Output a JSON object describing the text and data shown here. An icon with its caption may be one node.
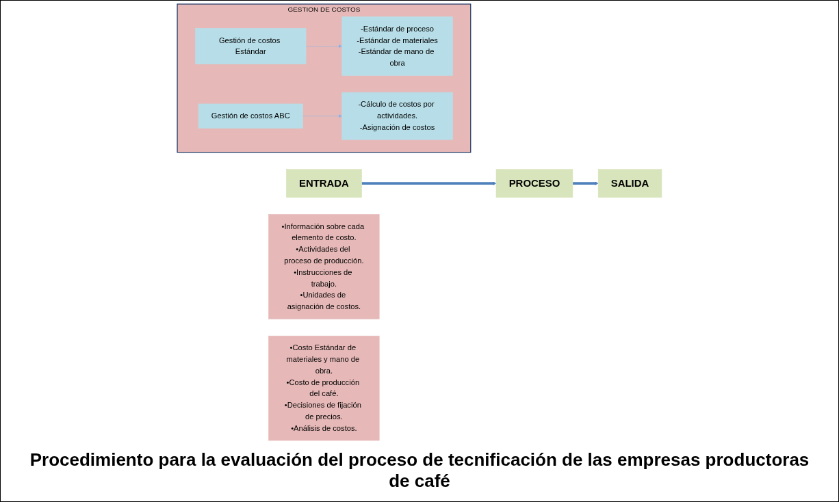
{
  "diagram": {
    "caption": "Procedimiento para la evaluación del proceso de tecnificación de las empresas productoras de café",
    "nodes": [
      {
        "text": [
          "ENTRADA"
        ]
      },
      {
        "text": [
          "PROCESO"
        ]
      },
      {
        "text": [
          "SALIDA"
        ]
      },
      {
        "text": [
          "•Información sobre cada elemento de costo.",
          "•Actividades del proceso de producción.",
          "•Instrucciones de trabajo.",
          "•Unidades de asignación de costos."
        ]
      },
      {
        "text": [
          "GESTION DE COSTOS"
        ]
      },
      {
        "text": [
          "Gestión de costos Estándar"
        ],
        "in": 4
      },
      {
        "text": [
          "-Estándar de proceso",
          "-Estándar de materiales",
          "-Estándar de mano de obra"
        ],
        "in": 4
      },
      {
        "text": [
          "Gestión de costos ABC"
        ],
        "in": 4
      },
      {
        "text": [
          "-Cálculo de costos por actividades.",
          "-Asignación de costos"
        ],
        "in": 4
      },
      {
        "text": [
          "•Costo Estándar de materiales y mano de obra.",
          "•Costo de producción del café.",
          "•Decisiones de fijación de precios.",
          "•Análisis de costos."
        ]
      }
    ],
    "edges": [
      {
        "from": 0,
        "to": 1,
        "arrow": "to",
        "style": "thick",
        "color": "#4f81bd"
      },
      {
        "from": 1,
        "to": 2,
        "arrow": "to",
        "style": "thick",
        "color": "#4f81bd"
      },
      {
        "from": 5,
        "to": 6,
        "arrow": "to"
      },
      {
        "from": 7,
        "to": 8,
        "arrow": "to"
      }
    ]
  }
}
